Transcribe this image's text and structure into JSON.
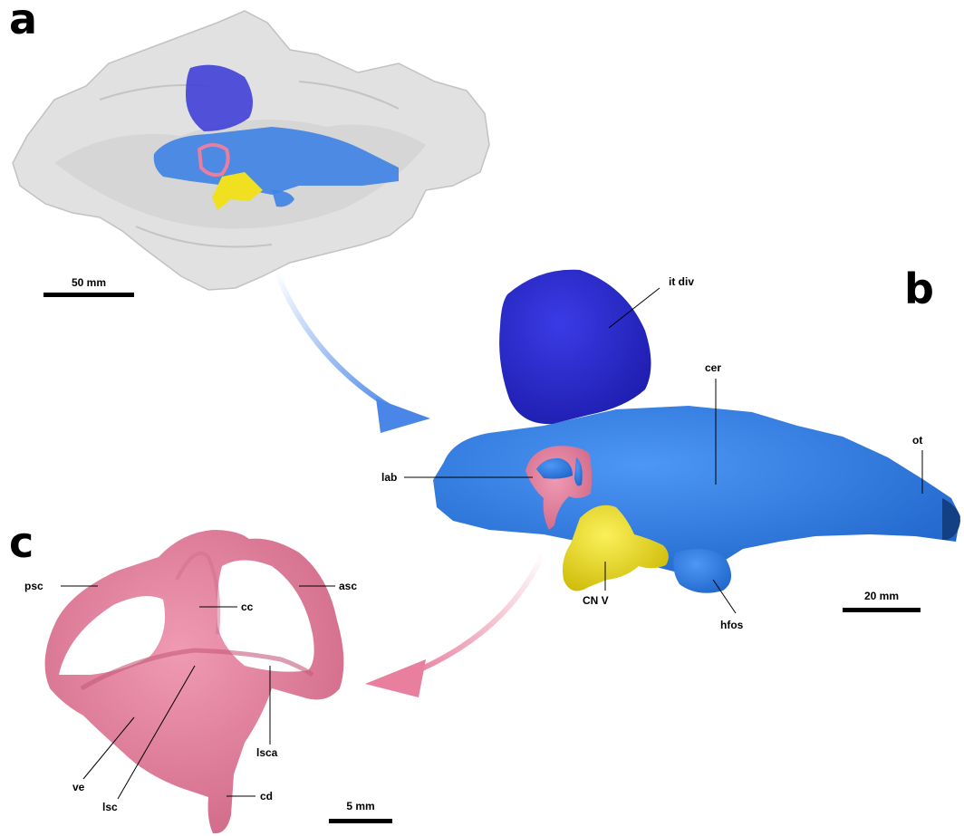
{
  "panels": {
    "a": {
      "letter": "a",
      "scale_bar_label": "50 mm"
    },
    "b": {
      "letter": "b",
      "scale_bar_label": "20 mm"
    },
    "c": {
      "letter": "c",
      "scale_bar_label": "5 mm"
    }
  },
  "labels_b": {
    "it_div": "it div",
    "cer": "cer",
    "ot": "ot",
    "lab": "lab",
    "cn_v": "CN V",
    "hfos": "hfos"
  },
  "labels_c": {
    "psc": "psc",
    "asc": "asc",
    "cc": "cc",
    "lsca": "lsca",
    "ve": "ve",
    "lsc": "lsc",
    "cd": "cd"
  },
  "colors": {
    "skull": "#d9d9d9",
    "brain": "#2f7fea",
    "olfactory_division": "#2323d6",
    "labyrinth": "#e87f9e",
    "trigeminal_nerve": "#f2e31a",
    "arrow_blue": "#4a86e8",
    "arrow_pink": "#e87f9e"
  }
}
